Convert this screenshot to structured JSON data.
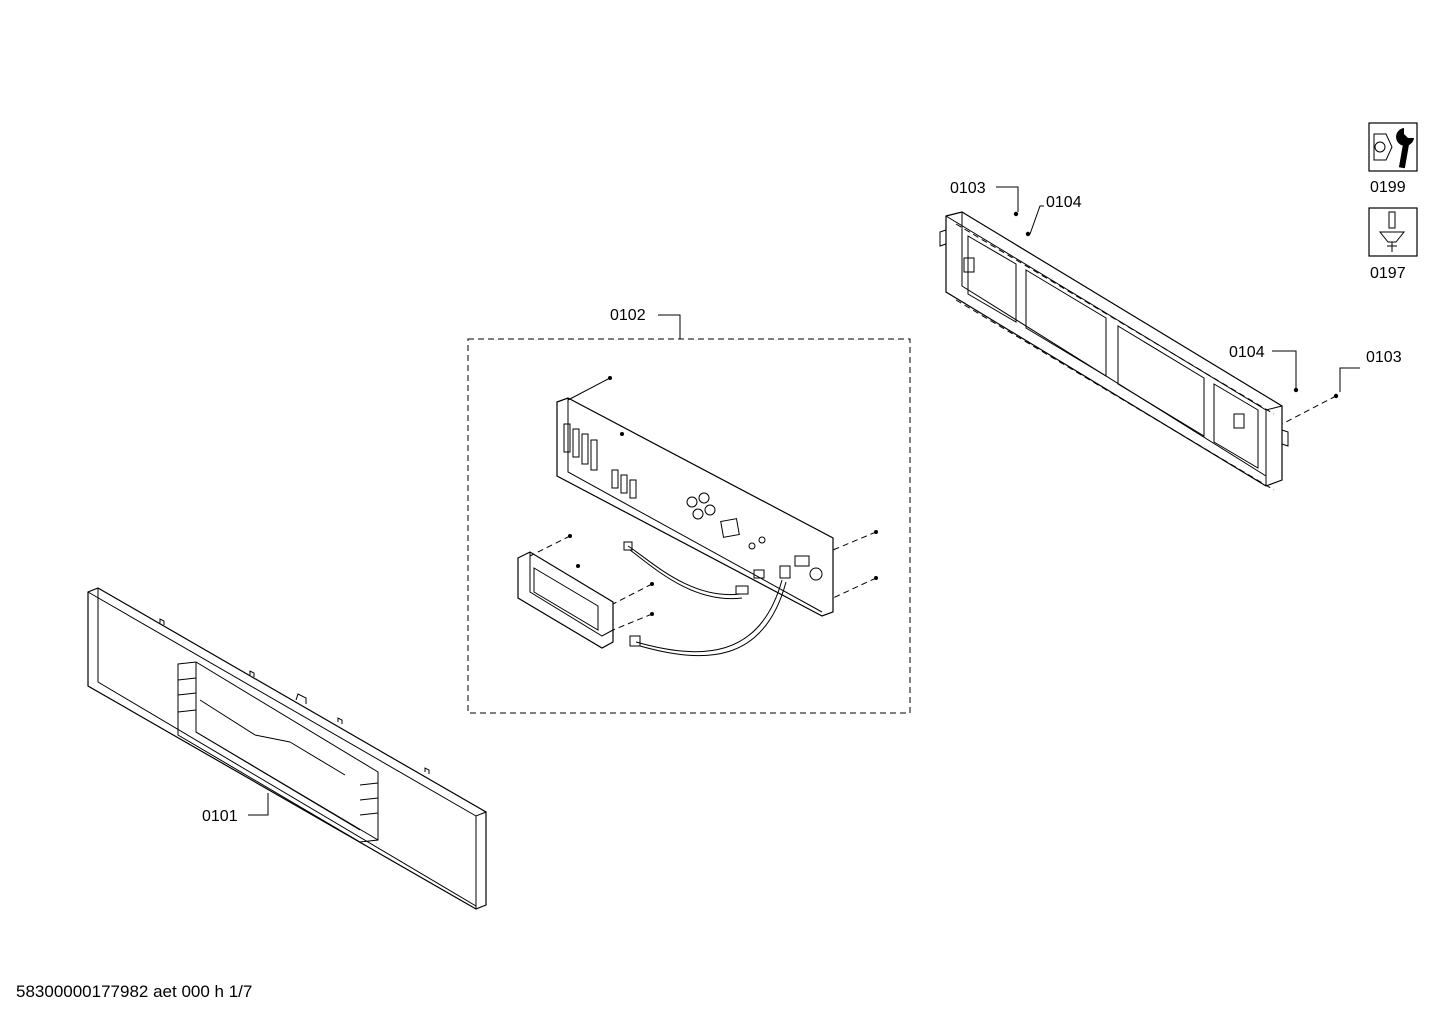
{
  "labels": {
    "p0101": "0101",
    "p0102": "0102",
    "p0103_top": "0103",
    "p0104_top": "0104",
    "p0104_right": "0104",
    "p0103_right": "0103",
    "p0199": "0199",
    "p0197": "0197"
  },
  "icons": {
    "tool_icon": "wrench-nut-icon",
    "screw_icon": "screwdriver-screw-icon"
  },
  "footer": "58300000177982 aet 000 h 1/7"
}
